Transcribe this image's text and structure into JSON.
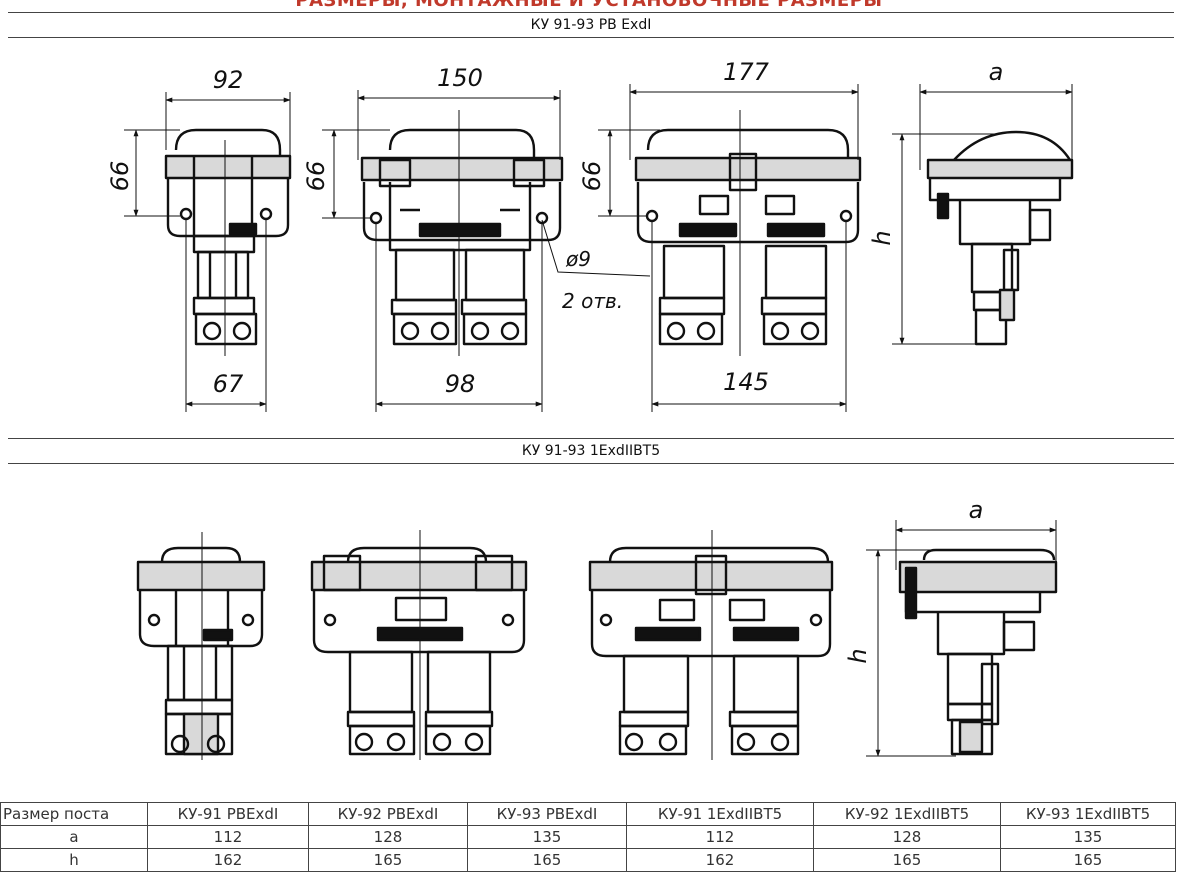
{
  "page_title": "РАЗМЕРЫ, МОНТАЖНЫЕ И УСТАНОВОЧНЫЕ РАЗМЕРЫ",
  "section_top": "КУ 91-93 РВ ExdI",
  "section_bottom": "КУ 91-93 1ExdIIBT5",
  "dimensions": {
    "ku91_width": "92",
    "ku91_height": "66",
    "ku91_mount": "67",
    "ku92_width": "150",
    "ku92_height": "66",
    "ku92_mount": "98",
    "ku93_width": "177",
    "ku93_height": "66",
    "ku93_mount": "145",
    "hole_dia": "ø9",
    "hole_count": "2 отв.",
    "side_a": "a",
    "side_h": "h",
    "side2_a": "a",
    "side2_h": "h"
  },
  "table": {
    "headers": [
      "Размер поста",
      "КУ-91 РВExdI",
      "КУ-92 РВExdI",
      "КУ-93 РВExdI",
      "КУ-91 1ExdIIBT5",
      "КУ-92 1ExdIIBT5",
      "КУ-93 1ExdIIBT5"
    ],
    "rows": [
      {
        "label": "a",
        "values": [
          "112",
          "128",
          "135",
          "112",
          "128",
          "135"
        ]
      },
      {
        "label": "h",
        "values": [
          "162",
          "165",
          "165",
          "162",
          "165",
          "165"
        ]
      }
    ]
  }
}
